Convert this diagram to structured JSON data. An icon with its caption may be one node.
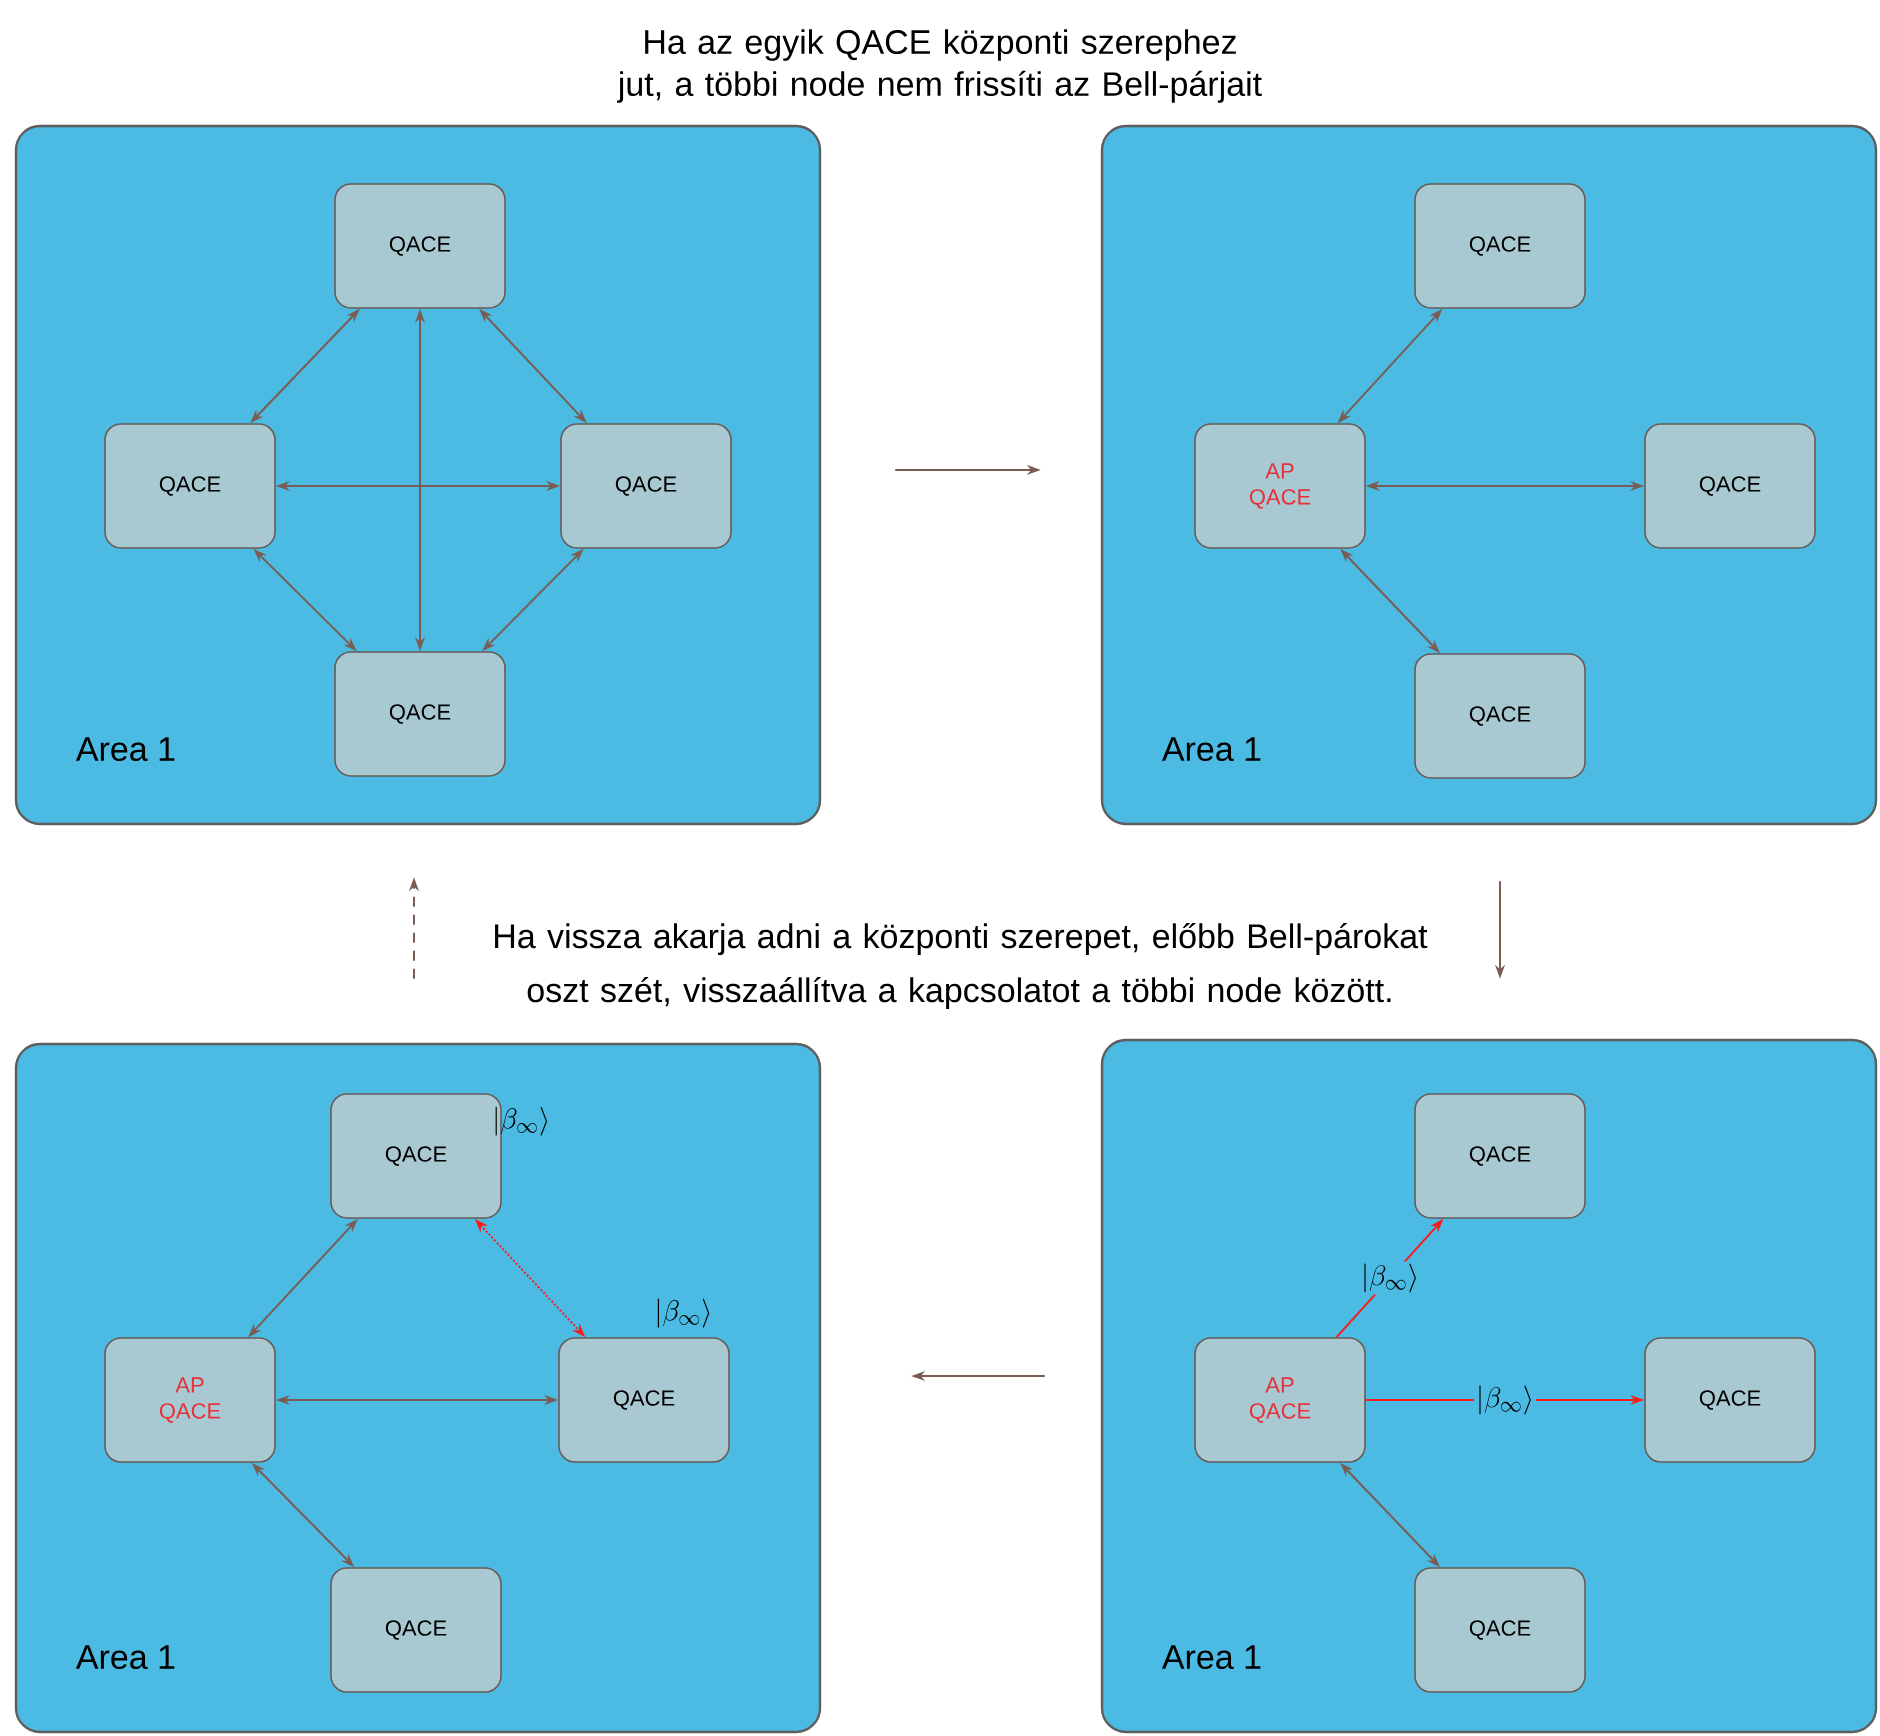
{
  "diagram": {
    "title": "Ha az egyik QACE központi szerephez jut, a többi node nem frissíti az Bell-párjait",
    "nodes": [
      {
        "text": [
          "Area 1"
        ]
      },
      {
        "text": [
          "QACE"
        ],
        "in": 0
      },
      {
        "text": [
          "QACE"
        ],
        "in": 0
      },
      {
        "text": [
          "QACE"
        ],
        "in": 0
      },
      {
        "text": [
          "QACE"
        ],
        "in": 0
      },
      {
        "text": [
          "Area 1"
        ]
      },
      {
        "text": [
          "QACE"
        ],
        "in": 5
      },
      {
        "text": [
          "AP QACE"
        ],
        "in": 5
      },
      {
        "text": [
          "QACE"
        ],
        "in": 5
      },
      {
        "text": [
          "QACE"
        ],
        "in": 5
      },
      {
        "text": [
          "Area 1"
        ]
      },
      {
        "text": [
          "QACE"
        ],
        "in": 10,
        "beside": [
          "|\\beta_{\\infty}\\rangle"
        ]
      },
      {
        "text": [
          "AP QACE"
        ],
        "in": 10
      },
      {
        "text": [
          "QACE"
        ],
        "in": 10,
        "beside": [
          "|\\beta_{\\infty}\\rangle"
        ]
      },
      {
        "text": [
          "QACE"
        ],
        "in": 10
      },
      {
        "text": [
          "Area 1"
        ]
      },
      {
        "text": [
          "QACE"
        ],
        "in": 15
      },
      {
        "text": [
          "AP QACE"
        ],
        "in": 15
      },
      {
        "text": [
          "QACE"
        ],
        "in": 15
      },
      {
        "text": [
          "QACE"
        ],
        "in": 15
      }
    ],
    "edges": [
      {
        "from": 1,
        "to": 2,
        "arrow": "both"
      },
      {
        "from": 1,
        "to": 3,
        "arrow": "both"
      },
      {
        "from": 1,
        "to": 4,
        "arrow": "both"
      },
      {
        "from": 2,
        "to": 3,
        "arrow": "both"
      },
      {
        "from": 2,
        "to": 4,
        "arrow": "both"
      },
      {
        "from": 3,
        "to": 4,
        "arrow": "both"
      },
      {
        "from": 6,
        "to": 7,
        "arrow": "both"
      },
      {
        "from": 7,
        "to": 8,
        "arrow": "both"
      },
      {
        "from": 7,
        "to": 9,
        "arrow": "both"
      },
      {
        "from": 11,
        "to": 12,
        "arrow": "both"
      },
      {
        "from": 11,
        "to": 13,
        "arrow": "both",
        "style": "dashed",
        "color": "#ff1a1a"
      },
      {
        "from": 12,
        "to": 13,
        "arrow": "both"
      },
      {
        "from": 12,
        "to": 14,
        "arrow": "both"
      },
      {
        "from": 17,
        "to": 16,
        "arrow": "to",
        "color": "#ff1a1a",
        "label": "|\\beta_{\\infty}\\rangle"
      },
      {
        "from": 17,
        "to": 18,
        "arrow": "to",
        "color": "#ff1a1a",
        "label": "|\\beta_{\\infty}\\rangle"
      },
      {
        "from": 17,
        "to": 19,
        "arrow": "both"
      },
      {
        "from": 0,
        "to": 5,
        "arrow": "to"
      },
      {
        "from": 5,
        "to": 15,
        "arrow": "to"
      },
      {
        "from": 15,
        "to": 10,
        "arrow": "to"
      },
      {
        "from": 10,
        "to": 0,
        "arrow": "to",
        "style": "dashed"
      }
    ],
    "labels": [
      "Ha vissza akarja adni a központi szerepet, előbb Bell-párokat oszt szét, visszaállítva a kapcsolatot a többi node között."
    ]
  }
}
